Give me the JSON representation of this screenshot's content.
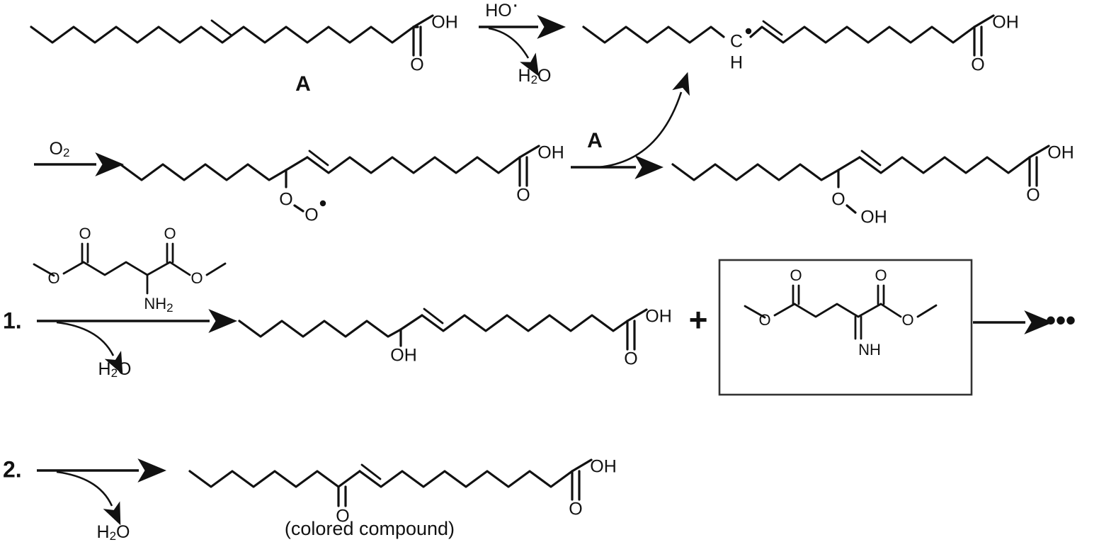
{
  "figure": {
    "title": "Lipid peroxidation reaction scheme of an unsaturated fatty acid",
    "background_color": "#ffffff",
    "line_color": "#111111",
    "box_color": "#333333"
  },
  "labels": {
    "substrate_a": "A",
    "hydroxyl_radical": "HO",
    "water": "H",
    "water_sub": "2",
    "water_o": "O",
    "oxygen": "O",
    "oxygen_sub": "2",
    "abstractor_a": "A",
    "step_one": "1.",
    "step_two": "2.",
    "plus": "+",
    "ellipsis": "•••",
    "colored_compound": "(colored compound)"
  },
  "atoms": {
    "OH": "OH",
    "O": "O",
    "C": "C",
    "H": "H",
    "NH2_n": "NH",
    "NH2_sub": "2",
    "NH": "NH"
  },
  "rows": [
    {
      "id": "row-1",
      "name": "hydrogen-abstraction-step",
      "reactant": {
        "name": "oleic-acid-substrate-A",
        "label": "A",
        "features": [
          "zigzag-chain",
          "trans-double-bond",
          "carboxylic-acid"
        ]
      },
      "arrow": {
        "name": "reaction-arrow-1",
        "reagent_above": "HO•",
        "byproduct_below": "H2O"
      },
      "product": {
        "name": "allylic-carbon-radical",
        "features": [
          "carbon-radical",
          "C-H-label",
          "trans-double-bond",
          "carboxylic-acid"
        ]
      }
    },
    {
      "id": "row-2",
      "name": "oxygen-addition-and-hydrogen-transfer",
      "arrow_left": {
        "name": "oxygen-addition-arrow",
        "reagent_above": "O2"
      },
      "intermediate": {
        "name": "peroxyl-radical-intermediate",
        "features": [
          "O-O-radical",
          "trans-double-bond",
          "carboxylic-acid"
        ]
      },
      "arrow_right": {
        "name": "hydrogen-abstraction-arrow-2",
        "reagent_above": "A",
        "curved_arrow_to": "carbon-radical-product-row1"
      },
      "product": {
        "name": "hydroperoxide-product",
        "features": [
          "O-OH-hydroperoxide",
          "trans-double-bond",
          "carboxylic-acid"
        ]
      }
    },
    {
      "id": "row-3",
      "name": "amine-condensation-step",
      "step_number": "1.",
      "reagent": {
        "name": "dimethyl-glutamate-reagent",
        "features": [
          "two-methyl-esters",
          "primary-amine-NH2"
        ]
      },
      "byproduct": "H2O",
      "product": {
        "name": "hydroxy-fatty-acid-product",
        "features": [
          "secondary-alcohol-OH",
          "trans-double-bond",
          "carboxylic-acid"
        ]
      },
      "boxed_product": {
        "name": "imine-boxed-product",
        "features": [
          "two-methyl-esters",
          "imine-NH"
        ]
      },
      "continuation_arrow": "ellipsis"
    },
    {
      "id": "row-4",
      "name": "oxidation-to-ketone-step",
      "step_number": "2.",
      "byproduct": "H2O",
      "product": {
        "name": "enone-colored-compound",
        "caption": "(colored compound)",
        "features": [
          "ketone-carbonyl",
          "trans-double-bond",
          "carboxylic-acid"
        ]
      }
    }
  ]
}
